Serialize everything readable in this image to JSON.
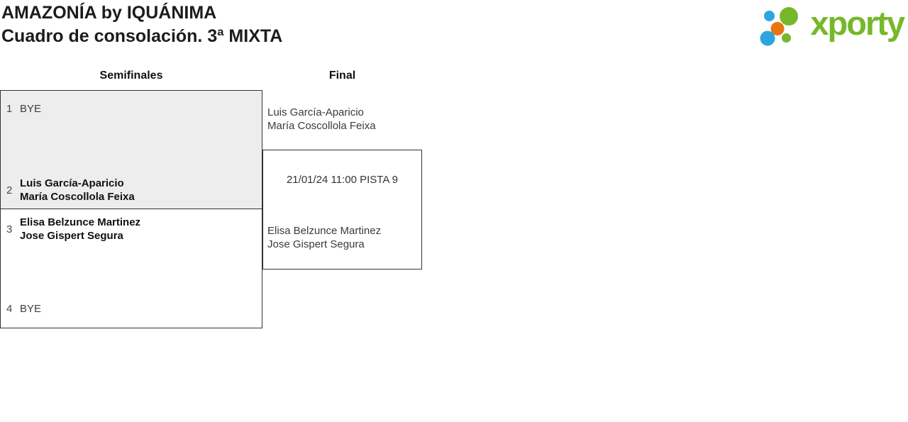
{
  "header": {
    "title_line1": "AMAZONÍA by IQUÁNIMA",
    "title_line2": "Cuadro de consolación. 3ª MIXTA"
  },
  "logo": {
    "text": "xporty",
    "colors": {
      "green": "#76b82a",
      "blue": "#2ba6df",
      "orange": "#e8750f"
    }
  },
  "rounds": [
    "Semifinales",
    "Final"
  ],
  "colors": {
    "box_fill_gray": "#ededed",
    "box_border": "#333333"
  },
  "matches": {
    "semifinal1": {
      "seed_top": "1",
      "team_top": "BYE",
      "seed_bottom": "2",
      "team_bottom": [
        "Luis García-Aparicio",
        "María Coscollola Feixa"
      ]
    },
    "semifinal2": {
      "seed_top": "3",
      "team_top": [
        "Elisa Belzunce Martinez",
        "Jose Gispert Segura"
      ],
      "seed_bottom": "4",
      "team_bottom": "BYE"
    },
    "final": {
      "team_top": [
        "Luis García-Aparicio",
        "María Coscollola Feixa"
      ],
      "schedule": "21/01/24 11:00 PISTA 9",
      "team_bottom": [
        "Elisa Belzunce Martinez",
        "Jose Gispert Segura"
      ]
    }
  }
}
